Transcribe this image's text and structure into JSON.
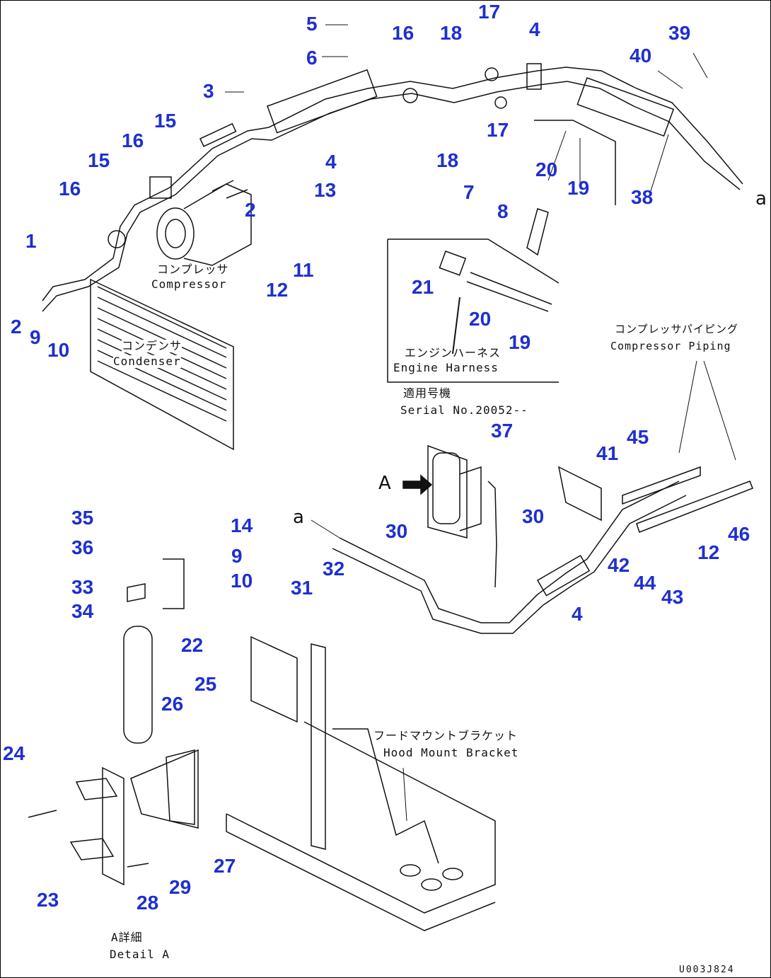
{
  "callouts": [
    {
      "id": "c5",
      "text": "5"
    },
    {
      "id": "c6",
      "text": "6"
    },
    {
      "id": "c16a",
      "text": "16"
    },
    {
      "id": "c18a",
      "text": "18"
    },
    {
      "id": "c17a",
      "text": "17"
    },
    {
      "id": "c4a",
      "text": "4"
    },
    {
      "id": "c39",
      "text": "39"
    },
    {
      "id": "c40",
      "text": "40"
    },
    {
      "id": "c3",
      "text": "3"
    },
    {
      "id": "c15a",
      "text": "15"
    },
    {
      "id": "c16b",
      "text": "16"
    },
    {
      "id": "c15b",
      "text": "15"
    },
    {
      "id": "c4b",
      "text": "4"
    },
    {
      "id": "c17b",
      "text": "17"
    },
    {
      "id": "c18b",
      "text": "18"
    },
    {
      "id": "c20a",
      "text": "20"
    },
    {
      "id": "c19a",
      "text": "19"
    },
    {
      "id": "c38",
      "text": "38"
    },
    {
      "id": "c16c",
      "text": "16"
    },
    {
      "id": "c13",
      "text": "13"
    },
    {
      "id": "c7",
      "text": "7"
    },
    {
      "id": "c8",
      "text": "8"
    },
    {
      "id": "c2a",
      "text": "2"
    },
    {
      "id": "c1",
      "text": "1"
    },
    {
      "id": "c11",
      "text": "11"
    },
    {
      "id": "c12a",
      "text": "12"
    },
    {
      "id": "c2b",
      "text": "2"
    },
    {
      "id": "c9a",
      "text": "9"
    },
    {
      "id": "c10a",
      "text": "10"
    },
    {
      "id": "c21",
      "text": "21"
    },
    {
      "id": "c20b",
      "text": "20"
    },
    {
      "id": "c19b",
      "text": "19"
    },
    {
      "id": "c37",
      "text": "37"
    },
    {
      "id": "c41",
      "text": "41"
    },
    {
      "id": "c45",
      "text": "45"
    },
    {
      "id": "c35",
      "text": "35"
    },
    {
      "id": "c14",
      "text": "14"
    },
    {
      "id": "c36",
      "text": "36"
    },
    {
      "id": "c9b",
      "text": "9"
    },
    {
      "id": "c30a",
      "text": "30"
    },
    {
      "id": "c30b",
      "text": "30"
    },
    {
      "id": "c46",
      "text": "46"
    },
    {
      "id": "c10b",
      "text": "10"
    },
    {
      "id": "c33",
      "text": "33"
    },
    {
      "id": "c32",
      "text": "32"
    },
    {
      "id": "c12b",
      "text": "12"
    },
    {
      "id": "c42",
      "text": "42"
    },
    {
      "id": "c34",
      "text": "34"
    },
    {
      "id": "c31",
      "text": "31"
    },
    {
      "id": "c44",
      "text": "44"
    },
    {
      "id": "c43",
      "text": "43"
    },
    {
      "id": "c4c",
      "text": "4"
    },
    {
      "id": "c22",
      "text": "22"
    },
    {
      "id": "c25",
      "text": "25"
    },
    {
      "id": "c26",
      "text": "26"
    },
    {
      "id": "c24",
      "text": "24"
    },
    {
      "id": "c27",
      "text": "27"
    },
    {
      "id": "c29",
      "text": "29"
    },
    {
      "id": "c23",
      "text": "23"
    },
    {
      "id": "c28",
      "text": "28"
    }
  ],
  "labels": {
    "compressor_jp": "コンプレッサ",
    "compressor_en": "Compressor",
    "condenser_jp": "コンデンサ",
    "condenser_en": "Condenser",
    "engine_harness_jp": "エンジンハーネス",
    "engine_harness_en": "Engine Harness",
    "serial_jp": "適用号機",
    "serial_en": "Serial No.20052--",
    "compressor_piping_jp": "コンプレッサパイピング",
    "compressor_piping_en": "Compressor Piping",
    "hood_mount_jp": "フードマウントブラケット",
    "hood_mount_en": "Hood Mount Bracket",
    "detail_jp": "A詳細",
    "detail_en": "Detail A",
    "marker_a_upper": "a",
    "marker_a_lower": "a",
    "view_a": "A",
    "drawing_code": "U003J824"
  },
  "colors": {
    "callout": "#1f2fd0",
    "line": "#111111"
  }
}
